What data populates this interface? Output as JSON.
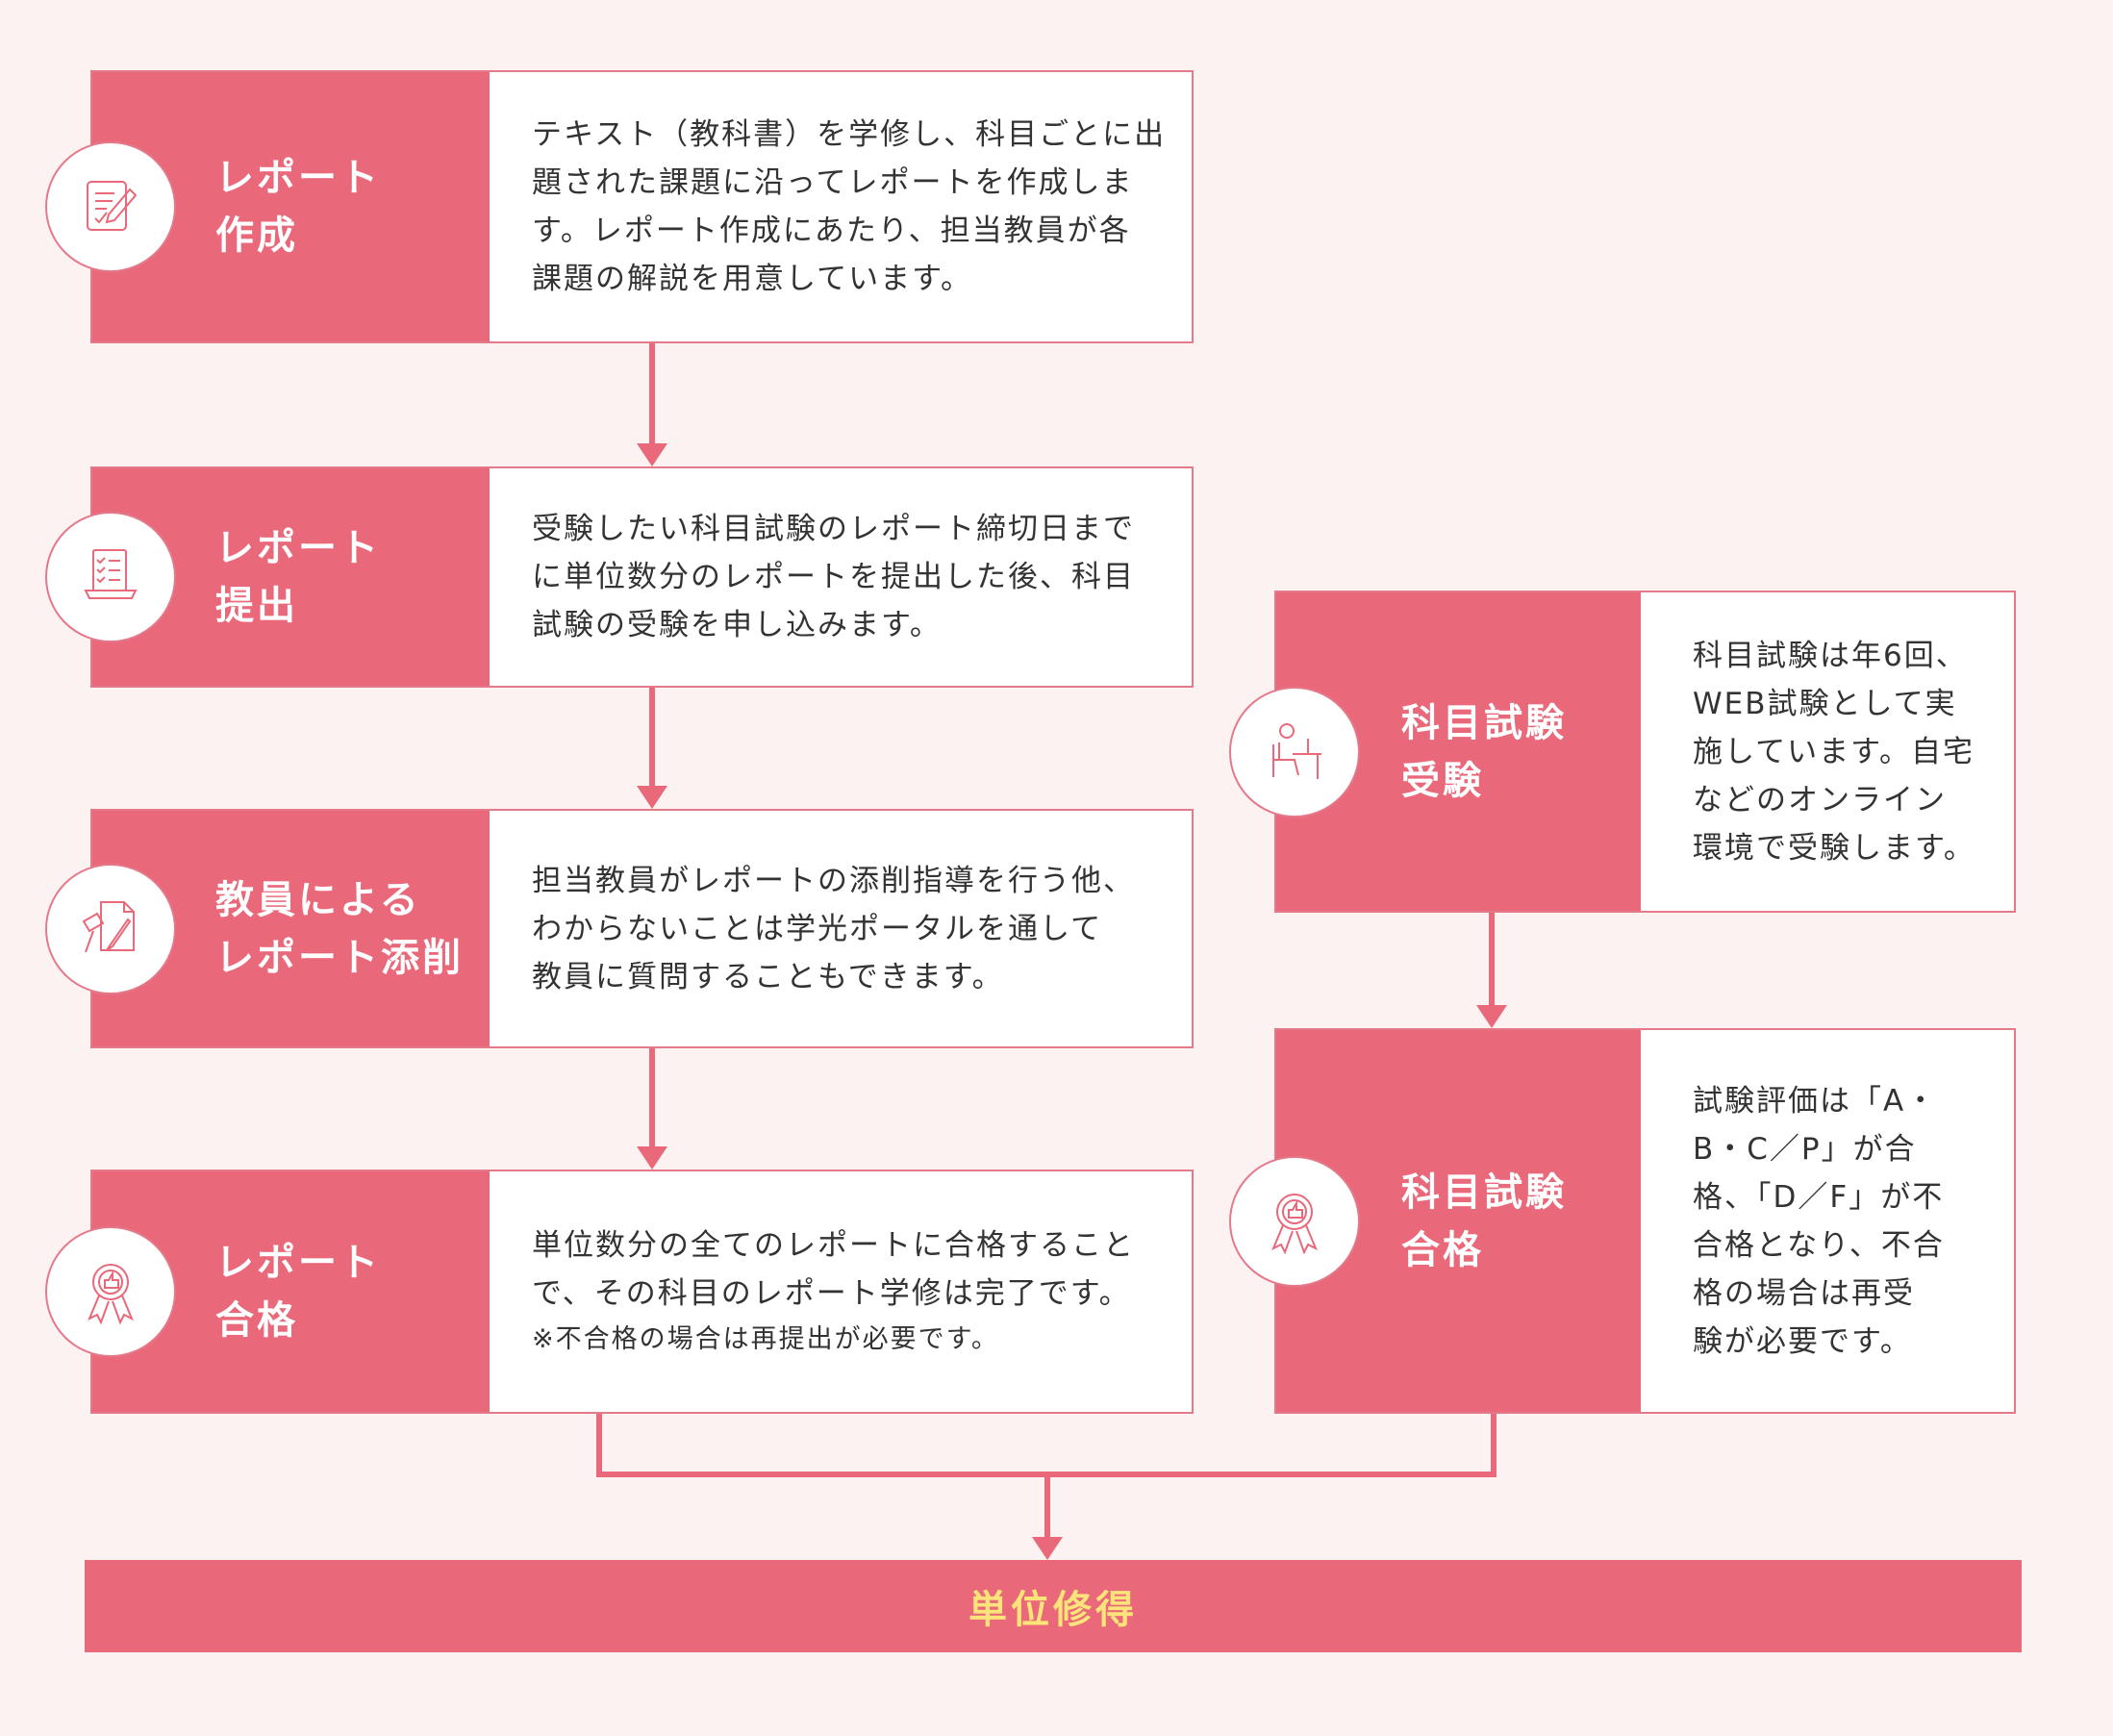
{
  "steps": [
    {
      "title": "レポート\n作成",
      "icon": "report-writing-icon",
      "text": [
        "テキスト（教科書）を学修し、科目ごとに出",
        "題された課題に沿ってレポートを作成しま",
        "す。レポート作成にあたり、担当教員が各",
        "課題の解説を用意しています。"
      ]
    },
    {
      "title": "レポート\n提出",
      "icon": "laptop-checklist-icon",
      "text": [
        "受験したい科目試験のレポート締切日まで",
        "に単位数分のレポートを提出した後、科目",
        "試験の受験を申し込みます。"
      ]
    },
    {
      "title": "教員による\nレポート添削",
      "icon": "document-correction-icon",
      "text": [
        "担当教員がレポートの添削指導を行う他、",
        "わからないことは学光ポータルを通して",
        "教員に質問することもできます。"
      ]
    },
    {
      "title": "レポート\n合格",
      "icon": "award-ribbon-icon",
      "text": [
        "単位数分の全てのレポートに合格すること",
        "で、その科目のレポート学修は完了です。"
      ],
      "note": "※不合格の場合は再提出が必要です。"
    },
    {
      "title": "科目試験\n受験",
      "icon": "person-at-desk-icon",
      "text": [
        "科目試験は年6回、",
        "WEB試験として実",
        "施しています。自宅",
        "などのオンライン",
        "環境で受験します。"
      ]
    },
    {
      "title": "科目試験\n合格",
      "icon": "award-ribbon-icon",
      "text": [
        "試験評価は「A・",
        "B・C／P」が合",
        "格、「D／F」が不",
        "合格となり、不合",
        "格の場合は再受",
        "験が必要です。"
      ]
    }
  ],
  "final": "単位修得",
  "colors": {
    "accent": "#e9687a",
    "background": "#fdf2f2",
    "final_text": "#fde47a"
  }
}
